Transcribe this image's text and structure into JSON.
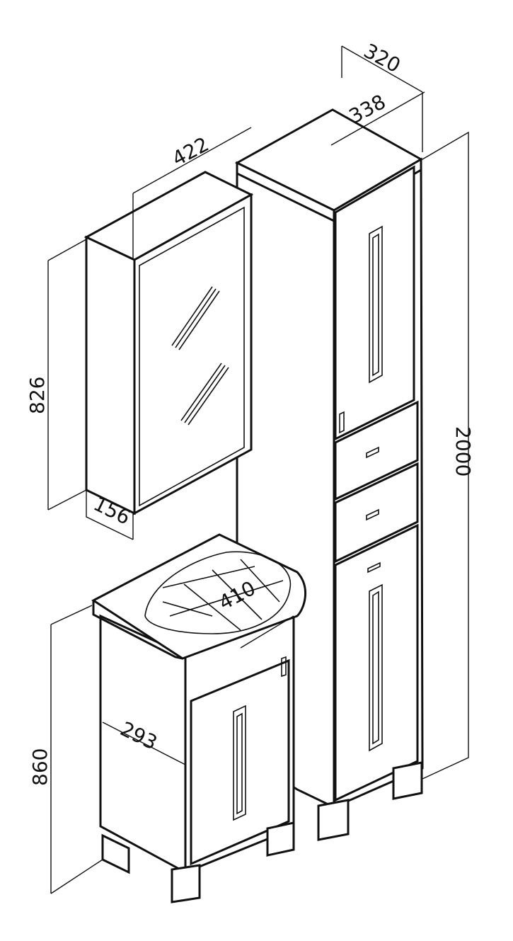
{
  "dimensions": {
    "depth_tall": "320",
    "width_tall": "338",
    "width_mirror": "422",
    "height_mirror": "826",
    "depth_mirror": "156",
    "width_sink": "410",
    "depth_sink": "293",
    "height_sink": "860",
    "height_tall": "2000"
  }
}
